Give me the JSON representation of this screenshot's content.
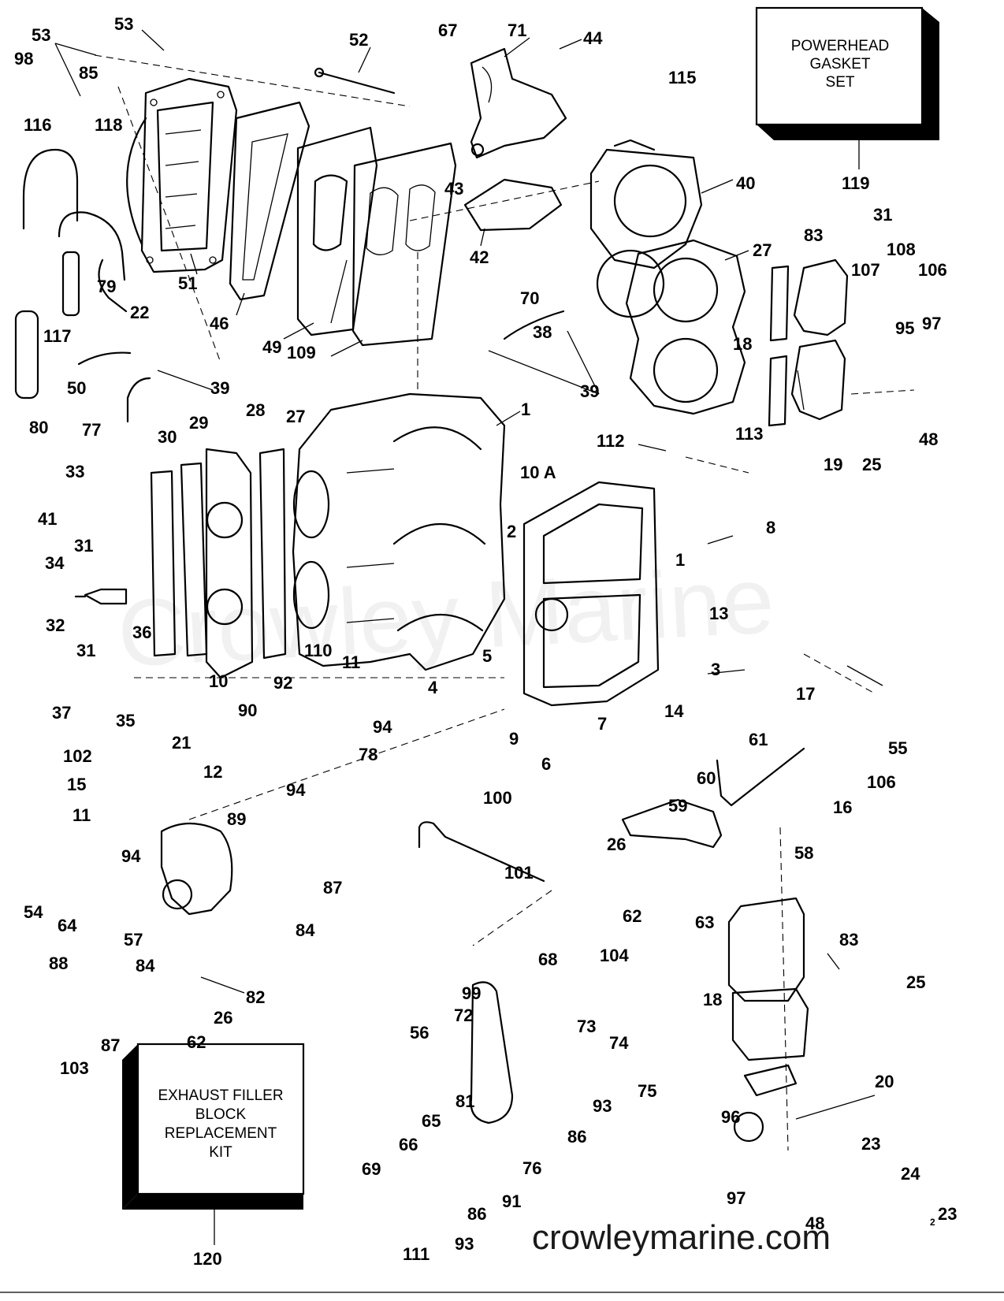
{
  "kits": [
    {
      "id": "powerhead-gasket-set",
      "lines": [
        "POWERHEAD",
        "GASKET",
        "SET"
      ],
      "number": "119"
    },
    {
      "id": "exhaust-filler-kit",
      "lines": [
        "EXHAUST FILLER",
        "BLOCK",
        "REPLACEMENT",
        "KIT"
      ],
      "number": "120"
    }
  ],
  "callouts": [
    "53",
    "53",
    "98",
    "85",
    "116",
    "118",
    "52",
    "67",
    "71",
    "44",
    "115",
    "51",
    "46",
    "49",
    "109",
    "43",
    "42",
    "40",
    "27",
    "79",
    "117",
    "22",
    "50",
    "39",
    "80",
    "77",
    "70",
    "38",
    "39",
    "83",
    "31",
    "108",
    "107",
    "106",
    "18",
    "95",
    "97",
    "19",
    "25",
    "48",
    "1",
    "112",
    "113",
    "30",
    "29",
    "28",
    "27",
    "33",
    "41",
    "31",
    "34",
    "32",
    "31",
    "36",
    "37",
    "35",
    "10 A",
    "2",
    "1",
    "8",
    "13",
    "3",
    "14",
    "7",
    "6",
    "9",
    "5",
    "4",
    "11",
    "110",
    "10",
    "92",
    "90",
    "94",
    "78",
    "21",
    "102",
    "15",
    "12",
    "89",
    "94",
    "11",
    "94",
    "100",
    "17",
    "61",
    "55",
    "60",
    "106",
    "16",
    "59",
    "58",
    "26",
    "62",
    "63",
    "54",
    "64",
    "87",
    "84",
    "57",
    "101",
    "88",
    "84",
    "82",
    "26",
    "87",
    "62",
    "104",
    "68",
    "99",
    "72",
    "56",
    "103",
    "73",
    "74",
    "75",
    "81",
    "93",
    "65",
    "86",
    "66",
    "69",
    "76",
    "91",
    "86",
    "93",
    "111",
    "83",
    "25",
    "18",
    "20",
    "96",
    "23",
    "24",
    "97",
    "48",
    "23"
  ],
  "watermark": "Crowley Marine",
  "footer": {
    "site": "crowleymarine.com",
    "page_mark": "2"
  }
}
